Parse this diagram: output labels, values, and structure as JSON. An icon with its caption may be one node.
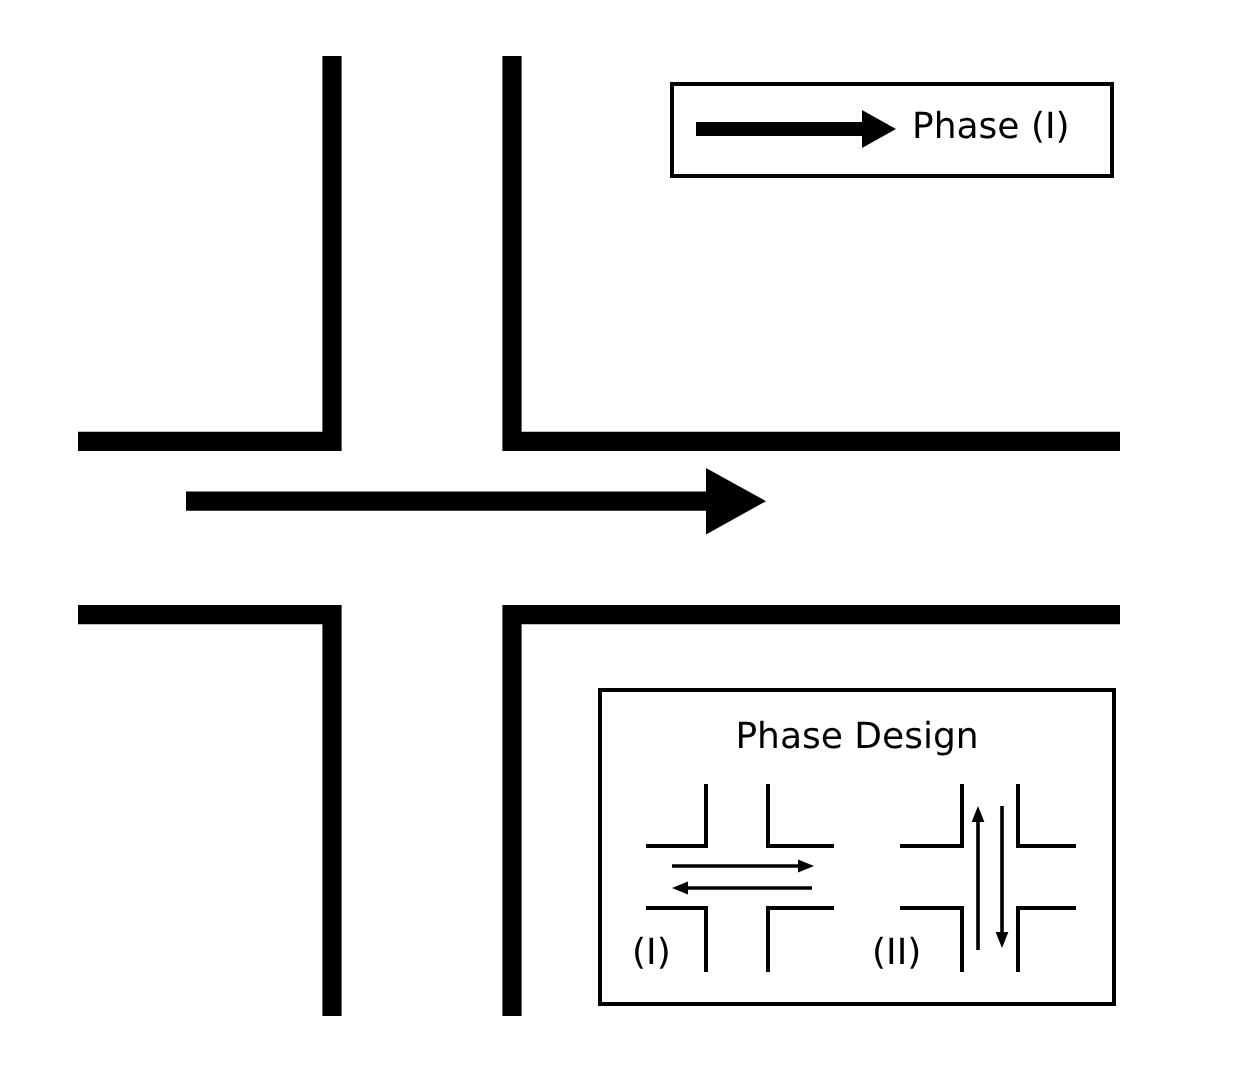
{
  "diagram": {
    "nodes": [
      {
        "text": [
          "Phase Design"
        ]
      }
    ],
    "labels": [
      "(I)",
      "(II)"
    ],
    "legend": [
      {
        "text": "Phase (I)"
      }
    ]
  }
}
